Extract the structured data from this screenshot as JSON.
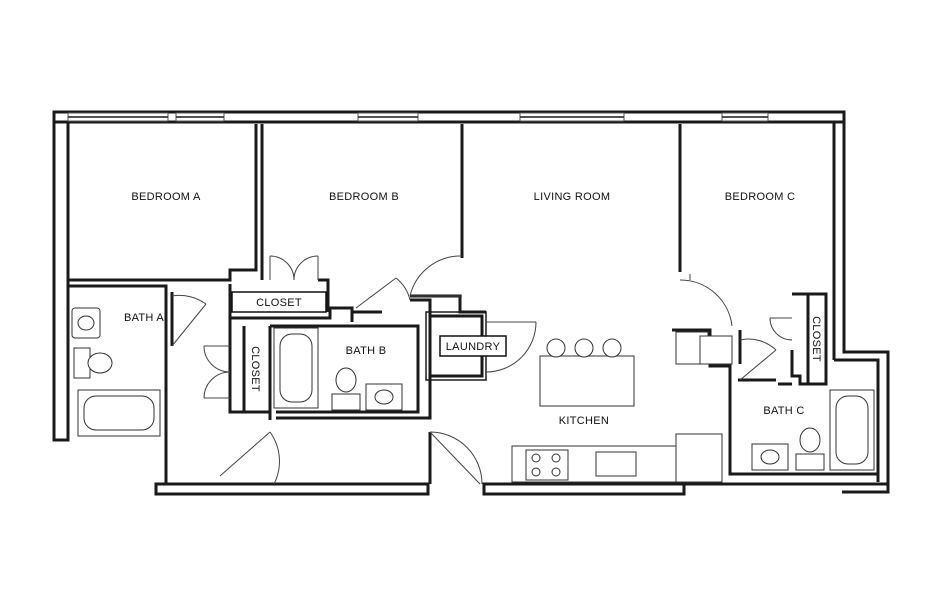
{
  "rooms": {
    "bedroom_a": "BEDROOM A",
    "bedroom_b": "BEDROOM B",
    "living_room": "LIVING ROOM",
    "bedroom_c": "BEDROOM C",
    "bath_a": "BATH A",
    "bath_b": "BATH B",
    "bath_c": "BATH C",
    "closet_1": "CLOSET",
    "closet_2": "CLOSET",
    "closet_3": "CLOSET",
    "laundry": "LAUNDRY",
    "kitchen": "KITCHEN"
  }
}
